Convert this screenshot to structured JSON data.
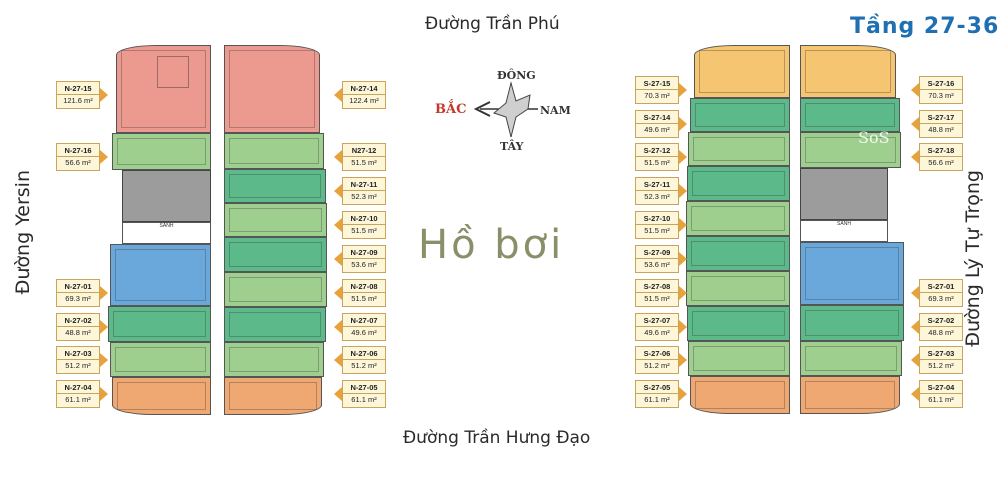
{
  "header": {
    "floor_title": "Tầng 27-36"
  },
  "streets": {
    "top": "Đường Trần Phú",
    "bottom": "Đường Trần Hưng Đạo",
    "left": "Đường Yersin",
    "right": "Đường Lý Tự Trọng"
  },
  "center": {
    "pool_label": "Hồ bơi"
  },
  "compass": {
    "north": "BẮC",
    "east": "ĐÔNG",
    "south": "NAM",
    "west": "TÂY"
  },
  "core": {
    "lobby_label": "SẢNH"
  },
  "watermark": "SoS",
  "colors": {
    "pink": "#ec9a8f",
    "light_green": "#9fcf8e",
    "teal_green": "#5bb98a",
    "blue": "#6aa8dc",
    "orange": "#f0a872",
    "yellow": "#f5c571",
    "tag_bg": "#fdf6d8",
    "tag_arrow": "#e8a23b",
    "title_blue": "#1f6fb3"
  },
  "north_tower": {
    "left_units": [
      {
        "code": "N-27-15",
        "area": "121.6 m²",
        "color": "pink"
      },
      {
        "code": "N-27-16",
        "area": "56.6 m²",
        "color": "light_green"
      },
      {
        "code": "N-27-01",
        "area": "69.3 m²",
        "color": "blue"
      },
      {
        "code": "N-27-02",
        "area": "48.8 m²",
        "color": "teal_green"
      },
      {
        "code": "N-27-03",
        "area": "51.2 m²",
        "color": "light_green"
      },
      {
        "code": "N-27-04",
        "area": "61.1 m²",
        "color": "orange"
      }
    ],
    "right_units": [
      {
        "code": "N-27-14",
        "area": "122.4 m²",
        "color": "pink"
      },
      {
        "code": "N27-12",
        "area": "51.5 m²",
        "color": "light_green"
      },
      {
        "code": "N-27-11",
        "area": "52.3 m²",
        "color": "teal_green"
      },
      {
        "code": "N-27-10",
        "area": "51.5 m²",
        "color": "light_green"
      },
      {
        "code": "N-27-09",
        "area": "53.6 m²",
        "color": "teal_green"
      },
      {
        "code": "N-27-08",
        "area": "51.5 m²",
        "color": "light_green"
      },
      {
        "code": "N-27-07",
        "area": "49.6 m²",
        "color": "teal_green"
      },
      {
        "code": "N-27-06",
        "area": "51.2 m²",
        "color": "light_green"
      },
      {
        "code": "N-27-05",
        "area": "61.1 m²",
        "color": "orange"
      }
    ]
  },
  "south_tower": {
    "left_units": [
      {
        "code": "S-27-15",
        "area": "70.3 m²",
        "color": "yellow"
      },
      {
        "code": "S-27-14",
        "area": "49.6 m²",
        "color": "teal_green"
      },
      {
        "code": "S-27-12",
        "area": "51.5 m²",
        "color": "light_green"
      },
      {
        "code": "S-27-11",
        "area": "52.3 m²",
        "color": "teal_green"
      },
      {
        "code": "S-27-10",
        "area": "51.5 m²",
        "color": "light_green"
      },
      {
        "code": "S-27-09",
        "area": "53.6 m²",
        "color": "teal_green"
      },
      {
        "code": "S-27-08",
        "area": "51.5 m²",
        "color": "light_green"
      },
      {
        "code": "S-27-07",
        "area": "49.6 m²",
        "color": "teal_green"
      },
      {
        "code": "S-27-06",
        "area": "51.2 m²",
        "color": "light_green"
      },
      {
        "code": "S-27-05",
        "area": "61.1 m²",
        "color": "orange"
      }
    ],
    "right_units": [
      {
        "code": "S-27-16",
        "area": "70.3 m²",
        "color": "yellow"
      },
      {
        "code": "S-27-17",
        "area": "48.8 m²",
        "color": "teal_green"
      },
      {
        "code": "S-27-18",
        "area": "56.6 m²",
        "color": "light_green"
      },
      {
        "code": "S-27-01",
        "area": "69.3 m²",
        "color": "blue"
      },
      {
        "code": "S-27-02",
        "area": "48.8 m²",
        "color": "teal_green"
      },
      {
        "code": "S-27-03",
        "area": "51.2 m²",
        "color": "light_green"
      },
      {
        "code": "S-27-04",
        "area": "61.1 m²",
        "color": "orange"
      }
    ]
  }
}
